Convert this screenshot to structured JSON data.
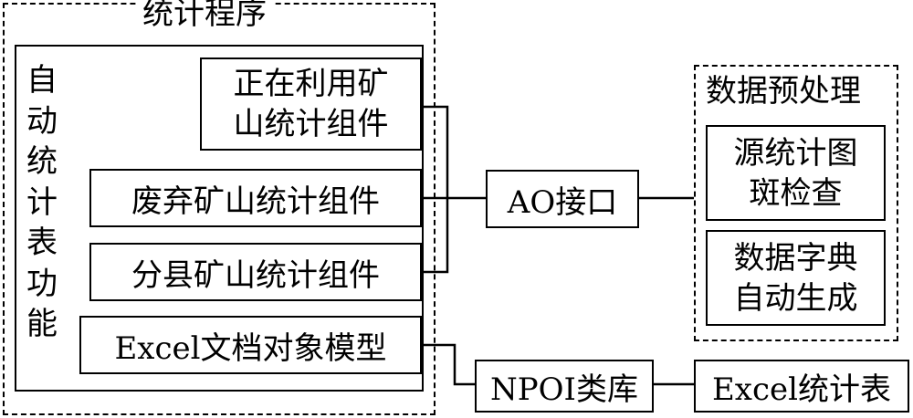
{
  "stats_program": {
    "title": "统计程序",
    "auto_table_label": "自动统计表功能",
    "components": {
      "active_mine": "正在利用矿山统计组件",
      "abandoned_mine": "废弃矿山统计组件",
      "county_mine": "分县矿山统计组件",
      "excel_model": "Excel文档对象模型"
    }
  },
  "ao_interface": "AO接口",
  "preprocessing": {
    "title": "数据预处理",
    "source_check": "源统计图斑检查",
    "dictionary_gen": "数据字典自动生成"
  },
  "npoi_library": "NPOI类库",
  "excel_output": "Excel统计表"
}
